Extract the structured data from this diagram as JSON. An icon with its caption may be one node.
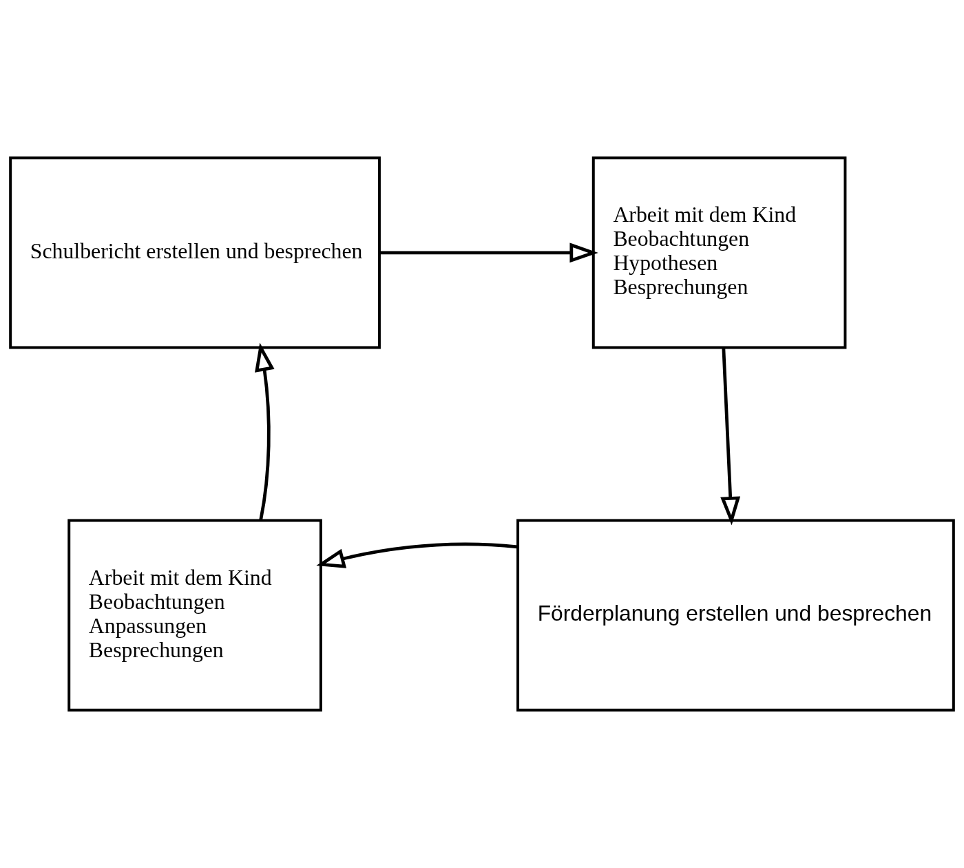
{
  "diagram": {
    "nodes": [
      {
        "text": [
          "Schulbericht erstellen und besprechen"
        ]
      },
      {
        "text": [
          "Arbeit mit dem Kind",
          "Beobachtungen",
          "Hypothesen",
          "Besprechungen"
        ]
      },
      {
        "text": [
          "Förderplanung erstellen und besprechen"
        ]
      },
      {
        "text": [
          "Arbeit mit dem Kind",
          "Beobachtungen",
          "Anpassungen",
          "Besprechungen"
        ]
      }
    ],
    "edges": [
      {
        "from": 0,
        "to": 1,
        "arrow": "to"
      },
      {
        "from": 1,
        "to": 2,
        "arrow": "to"
      },
      {
        "from": 2,
        "to": 3,
        "arrow": "to"
      },
      {
        "from": 3,
        "to": 0,
        "arrow": "to"
      }
    ]
  }
}
